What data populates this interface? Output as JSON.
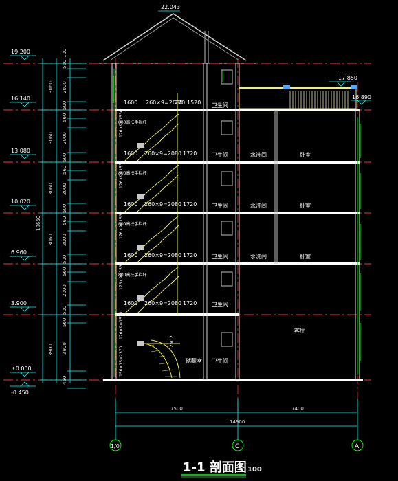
{
  "title": {
    "main": "1-1 剖面图",
    "scale": "100"
  },
  "roof_peak_elev": "22.043",
  "elev_left": [
    "19.200",
    "16.140",
    "13.080",
    "10.020",
    "6.960",
    "3.900",
    "±0.000",
    "-0.450"
  ],
  "elev_right": [
    "17.850",
    "16.890"
  ],
  "dims_outer": [
    "3060",
    "3060",
    "3060",
    "3060",
    "3900"
  ],
  "dims_total": "19650",
  "dims_inner": [
    "100",
    "560",
    "2000",
    "500",
    "560",
    "2000",
    "500",
    "560",
    "2000",
    "500",
    "560",
    "2000",
    "500",
    "560",
    "2000",
    "500",
    "560",
    "3900",
    "450"
  ],
  "stair_labels": {
    "top": [
      "1600",
      "260×9=2080",
      "270",
      "1520"
    ],
    "floors": [
      "1600",
      "260×9=2080",
      "1720"
    ],
    "ground": [
      "1600",
      "260×9=2080",
      "1720"
    ],
    "flight": "176×9=1530",
    "flight_first": "156×15=2370",
    "handrail": "800高扶手栏杆",
    "mid": "2502"
  },
  "rooms": {
    "wc": "卫生间",
    "laundry": "水洗间",
    "bedroom": "卧室",
    "living": "客厅",
    "storage": "储藏室"
  },
  "bottom_dims": {
    "left": "7500",
    "right": "7400",
    "total": "14900"
  },
  "axes": [
    "1/0",
    "C",
    "A"
  ]
}
